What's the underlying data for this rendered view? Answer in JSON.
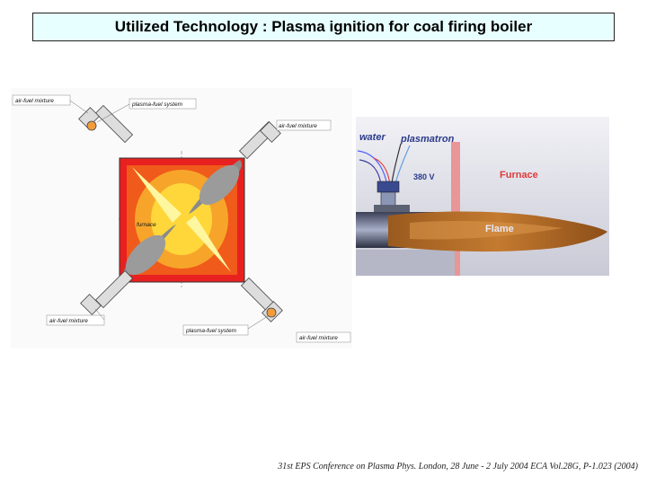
{
  "title": "Utilized Technology : Plasma ignition for coal firing boiler",
  "diagram": {
    "labels": {
      "air_fuel_top_left": "air-fuel mixture",
      "plasma_fuel_top": "plasma-fuel system",
      "air_fuel_top_right": "air-fuel mixture",
      "furnace": "furnace",
      "air_fuel_bottom_left": "air-fuel mixture",
      "plasma_fuel_bottom": "plasma-fuel system",
      "air_fuel_bottom_right": "air-fuel mixture"
    }
  },
  "photo": {
    "labels": {
      "water": "water",
      "plasmatron": "plasmatron",
      "voltage": "380 V",
      "furnace": "Furnace",
      "flame": "Flame"
    }
  },
  "footer": "31st EPS Conference on Plasma Phys. London, 28 June - 2 July 2004 ECA Vol.28G, P-1.023 (2004)"
}
